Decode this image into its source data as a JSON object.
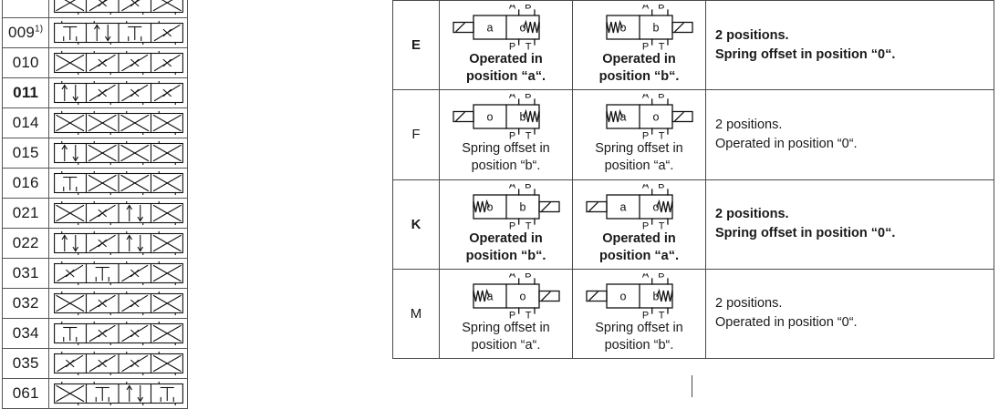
{
  "left_table": {
    "name": "spool-symbol-code-table",
    "rows": [
      {
        "code": "",
        "bold": false,
        "partial": true,
        "sym": "t0"
      },
      {
        "code": "009",
        "sup": "1)",
        "bold": false,
        "sym": "s009"
      },
      {
        "code": "010",
        "bold": false,
        "sym": "s010"
      },
      {
        "code": "011",
        "bold": true,
        "sym": "s011"
      },
      {
        "code": "014",
        "bold": false,
        "sym": "s014"
      },
      {
        "code": "015",
        "bold": false,
        "sym": "s015"
      },
      {
        "code": "016",
        "bold": false,
        "sym": "s016"
      },
      {
        "code": "021",
        "bold": false,
        "sym": "s021"
      },
      {
        "code": "022",
        "bold": false,
        "sym": "s022"
      },
      {
        "code": "031",
        "bold": false,
        "sym": "s031"
      },
      {
        "code": "032",
        "bold": false,
        "sym": "s032"
      },
      {
        "code": "034",
        "bold": false,
        "sym": "s034"
      },
      {
        "code": "035",
        "bold": false,
        "sym": "s035"
      },
      {
        "code": "061",
        "bold": false,
        "sym": "s061"
      }
    ]
  },
  "right_table": {
    "name": "actuation-variant-table",
    "port_labels": {
      "a": "A",
      "b": "B",
      "p": "P",
      "t": "T"
    },
    "rows": [
      {
        "letter": "E",
        "bold": true,
        "left": {
          "boxes": [
            "a",
            "o"
          ],
          "actuator_left": "lever",
          "actuator_right": "spring",
          "caption1": "Operated in",
          "caption2": "position “a“."
        },
        "right": {
          "boxes": [
            "o",
            "b"
          ],
          "actuator_left": "spring",
          "actuator_right": "lever",
          "caption1": "Operated in",
          "caption2": "position “b“."
        },
        "desc1": "2 positions.",
        "desc2": "Spring offset in position “0“."
      },
      {
        "letter": "F",
        "bold": false,
        "left": {
          "boxes": [
            "o",
            "b"
          ],
          "actuator_left": "lever",
          "actuator_right": "spring",
          "caption1": "Spring offset in",
          "caption2": "position “b“."
        },
        "right": {
          "boxes": [
            "a",
            "o"
          ],
          "actuator_left": "spring",
          "actuator_right": "lever",
          "caption1": "Spring offset in",
          "caption2": "position “a“."
        },
        "desc1": "2 positions.",
        "desc2": "Operated in position “0“."
      },
      {
        "letter": "K",
        "bold": true,
        "left": {
          "boxes": [
            "o",
            "b"
          ],
          "actuator_left": "spring",
          "actuator_right": "lever",
          "caption1": "Operated in",
          "caption2": "position “b“."
        },
        "right": {
          "boxes": [
            "a",
            "o"
          ],
          "actuator_left": "lever",
          "actuator_right": "spring",
          "caption1": "Operated in",
          "caption2": "position “a“."
        },
        "desc1": "2 positions.",
        "desc2": "Spring offset in position “0“."
      },
      {
        "letter": "M",
        "bold": false,
        "left": {
          "boxes": [
            "a",
            "o"
          ],
          "actuator_left": "spring",
          "actuator_right": "lever",
          "caption1": "Spring offset in",
          "caption2": "position “a“."
        },
        "right": {
          "boxes": [
            "o",
            "b"
          ],
          "actuator_left": "lever",
          "actuator_right": "spring",
          "caption1": "Spring offset in",
          "caption2": "position “b“."
        },
        "desc1": "2 positions.",
        "desc2": "Operated in position “0“."
      }
    ]
  },
  "colors": {
    "line": "#4a4a4a",
    "left_line": "#555555",
    "text": "#1a1a1a",
    "background": "#ffffff"
  }
}
